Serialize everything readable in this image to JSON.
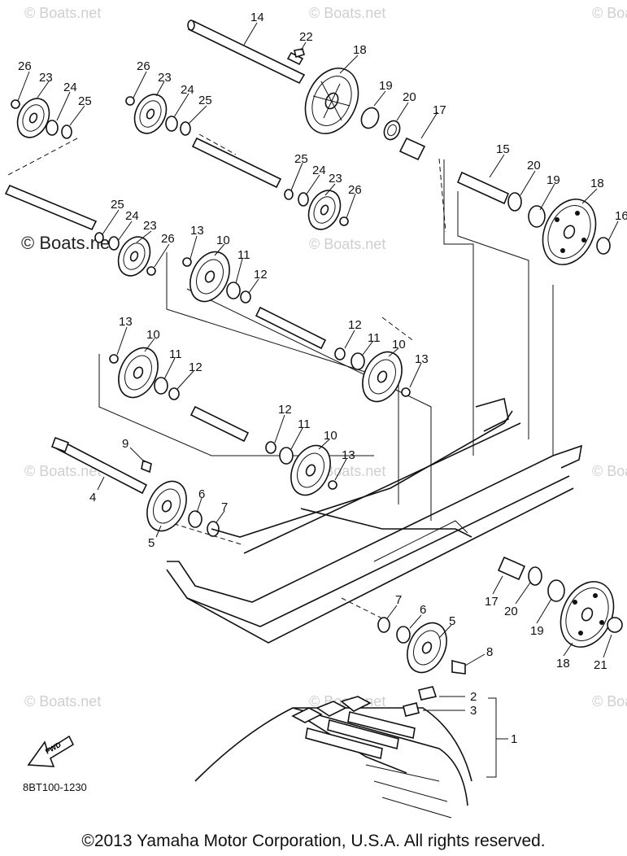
{
  "watermark": {
    "text": "© Boats.net"
  },
  "diagram": {
    "part_code": "8BT100-1230",
    "fwd_label": "FWD",
    "callouts": [
      {
        "id": "c14a",
        "text": "14"
      },
      {
        "id": "c22",
        "text": "22"
      },
      {
        "id": "c18a",
        "text": "18"
      },
      {
        "id": "c19a",
        "text": "19"
      },
      {
        "id": "c20a",
        "text": "20"
      },
      {
        "id": "c17a",
        "text": "17"
      },
      {
        "id": "c26a",
        "text": "26"
      },
      {
        "id": "c23a",
        "text": "23"
      },
      {
        "id": "c24a",
        "text": "24"
      },
      {
        "id": "c25a",
        "text": "25"
      },
      {
        "id": "c26b",
        "text": "26"
      },
      {
        "id": "c23b",
        "text": "23"
      },
      {
        "id": "c24b",
        "text": "24"
      },
      {
        "id": "c25b",
        "text": "25"
      },
      {
        "id": "c25c",
        "text": "25"
      },
      {
        "id": "c24c",
        "text": "24"
      },
      {
        "id": "c23c",
        "text": "23"
      },
      {
        "id": "c26c",
        "text": "26"
      },
      {
        "id": "c15",
        "text": "15"
      },
      {
        "id": "c20b",
        "text": "20"
      },
      {
        "id": "c19b",
        "text": "19"
      },
      {
        "id": "c18b",
        "text": "18"
      },
      {
        "id": "c16",
        "text": "16"
      },
      {
        "id": "c25d",
        "text": "25"
      },
      {
        "id": "c24d",
        "text": "24"
      },
      {
        "id": "c23d",
        "text": "23"
      },
      {
        "id": "c26d",
        "text": "26"
      },
      {
        "id": "c13a",
        "text": "13"
      },
      {
        "id": "c10a",
        "text": "10"
      },
      {
        "id": "c11a",
        "text": "11"
      },
      {
        "id": "c12a",
        "text": "12"
      },
      {
        "id": "c12b",
        "text": "12"
      },
      {
        "id": "c11b",
        "text": "11"
      },
      {
        "id": "c10b",
        "text": "10"
      },
      {
        "id": "c13b",
        "text": "13"
      },
      {
        "id": "c13c",
        "text": "13"
      },
      {
        "id": "c10c",
        "text": "10"
      },
      {
        "id": "c11c",
        "text": "11"
      },
      {
        "id": "c12c",
        "text": "12"
      },
      {
        "id": "c12d",
        "text": "12"
      },
      {
        "id": "c11d",
        "text": "11"
      },
      {
        "id": "c10d",
        "text": "10"
      },
      {
        "id": "c13d",
        "text": "13"
      },
      {
        "id": "c9",
        "text": "9"
      },
      {
        "id": "c4",
        "text": "4"
      },
      {
        "id": "c6a",
        "text": "6"
      },
      {
        "id": "c7a",
        "text": "7"
      },
      {
        "id": "c5a",
        "text": "5"
      },
      {
        "id": "c17b",
        "text": "17"
      },
      {
        "id": "c20c",
        "text": "20"
      },
      {
        "id": "c19c",
        "text": "19"
      },
      {
        "id": "c18c",
        "text": "18"
      },
      {
        "id": "c21",
        "text": "21"
      },
      {
        "id": "c7b",
        "text": "7"
      },
      {
        "id": "c6b",
        "text": "6"
      },
      {
        "id": "c5b",
        "text": "5"
      },
      {
        "id": "c8",
        "text": "8"
      },
      {
        "id": "c2",
        "text": "2"
      },
      {
        "id": "c3",
        "text": "3"
      },
      {
        "id": "c1",
        "text": "1"
      }
    ]
  },
  "footer": {
    "copyright": "©2013 Yamaha Motor Corporation, U.S.A. All rights reserved."
  }
}
